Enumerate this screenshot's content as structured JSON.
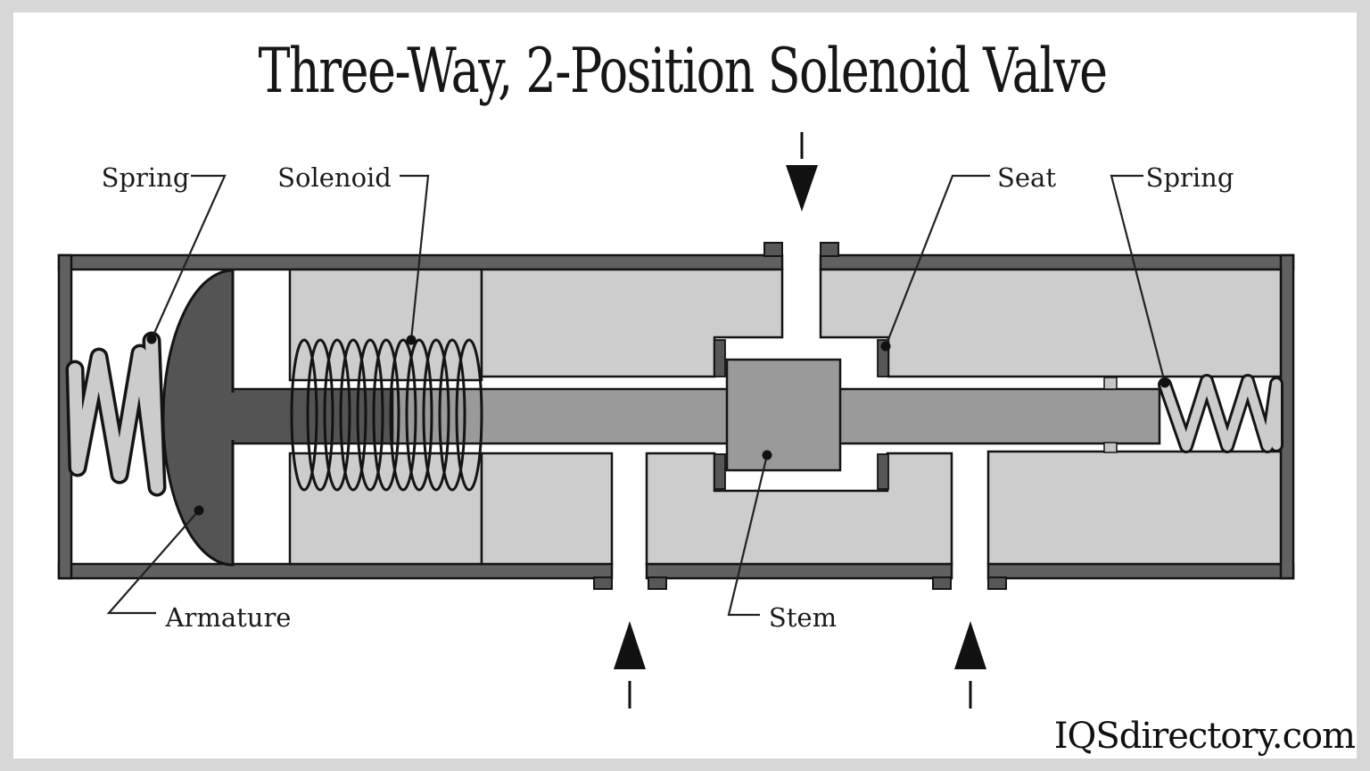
{
  "title": "Three-Way, 2-Position Solenoid Valve",
  "watermark": "IQSdirectory.com",
  "callouts": {
    "spring_left": "Spring",
    "solenoid": "Solenoid",
    "seat": "Seat",
    "spring_right": "Spring",
    "armature": "Armature",
    "stem": "Stem"
  },
  "flow_indicators": {
    "top_port": "arrow-down-icon",
    "bottom_left_port": "arrow-up-icon",
    "bottom_right_port": "arrow-up-icon"
  },
  "colors": {
    "frame_background": "#d7d7d7",
    "canvas": "#ffffff",
    "casing_wall": "#616161",
    "seat_and_tabs": "#575757",
    "armature": "#545454",
    "stem": "#9a9a9a",
    "housing_block": "#cdcdcd",
    "spring": "#cccccc",
    "outline": "#141414"
  }
}
